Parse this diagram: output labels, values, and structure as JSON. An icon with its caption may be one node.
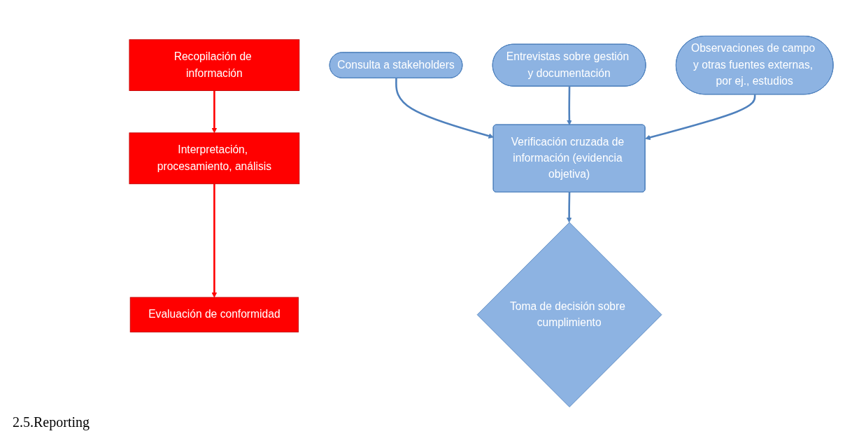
{
  "diagram": {
    "nodes": [
      {
        "text": [
          "Recopilación de información"
        ]
      },
      {
        "text": [
          "Interpretación, procesamiento, análisis"
        ]
      },
      {
        "text": [
          "Evaluación de conformidad"
        ]
      },
      {
        "text": [
          "Consulta a stakeholders"
        ]
      },
      {
        "text": [
          "Entrevistas sobre gestión y documentación"
        ]
      },
      {
        "text": [
          "Observaciones de campo y otras fuentes externas, por ej., estudios"
        ]
      },
      {
        "text": [
          "Verificación cruzada de información (evidencia objetiva)"
        ]
      },
      {
        "text": [
          "Toma de decisión sobre cumplimiento"
        ]
      }
    ],
    "edges": [
      {
        "from": 0,
        "to": 1,
        "arrow": "to",
        "color": "#ff0000"
      },
      {
        "from": 1,
        "to": 2,
        "arrow": "to",
        "color": "#ff0000"
      },
      {
        "from": 3,
        "to": 6,
        "arrow": "to"
      },
      {
        "from": 4,
        "to": 6,
        "arrow": "to"
      },
      {
        "from": 5,
        "to": 6,
        "arrow": "to"
      },
      {
        "from": 6,
        "to": 7,
        "arrow": "to"
      }
    ],
    "labels": [
      "2.5.Reporting"
    ]
  }
}
